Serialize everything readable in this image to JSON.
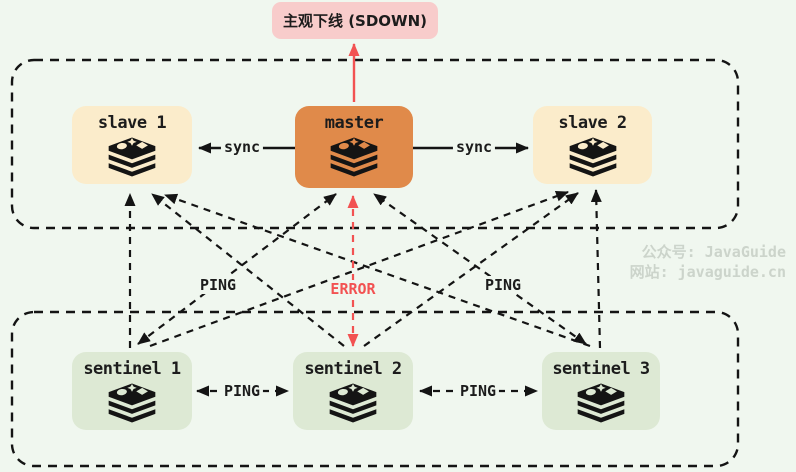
{
  "sdown_banner": {
    "label": "主观下线 (SDOWN)"
  },
  "server_group": {
    "slave1": {
      "label": "slave 1"
    },
    "master": {
      "label": "master"
    },
    "slave2": {
      "label": "slave 2"
    }
  },
  "sentinel_group": {
    "sentinel1": {
      "label": "sentinel 1"
    },
    "sentinel2": {
      "label": "sentinel 2"
    },
    "sentinel3": {
      "label": "sentinel 3"
    }
  },
  "edge_labels": {
    "sync_left": "sync",
    "sync_right": "sync",
    "ping_upper_left": "PING",
    "error_sentinel2_master": "ERROR",
    "ping_upper_right": "PING",
    "ping_sentinel1_sentinel2": "PING",
    "ping_sentinel2_sentinel3": "PING"
  },
  "watermark": {
    "line1": "公众号: JavaGuide",
    "line2": "网站: javaguide.cn"
  },
  "icons": {
    "node_icon": "redis-database-stack"
  },
  "colors": {
    "page_bg": "#f0f7ef",
    "sdown_bg": "#f8cccb",
    "master_bg": "#e08a4a",
    "slave_bg": "#fbeccb",
    "sentinel_bg": "#dde9d4",
    "error_red": "#f25252",
    "line_black": "#141414",
    "text_dark": "#1c1c1c",
    "watermark_gray": "#ccd4cb"
  }
}
